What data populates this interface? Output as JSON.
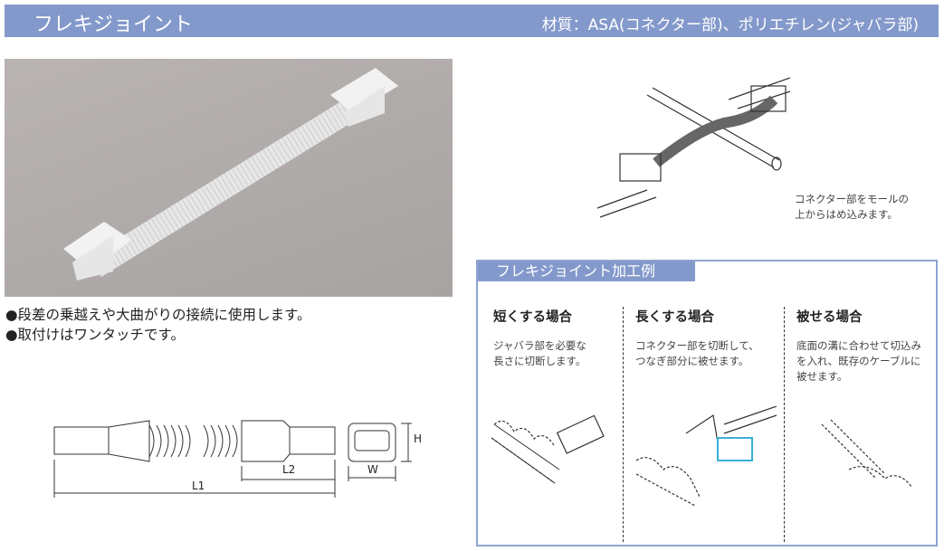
{
  "header": {
    "title": "フレキジョイント",
    "material": "材質：ASA(コネクター部)、ポリエチレン(ジャバラ部)"
  },
  "features": [
    "●段差の乗越えや大曲がりの接続に使用します。",
    "●取付けはワンタッチです。"
  ],
  "install_caption": [
    "コネクター部をモールの",
    "上からはめ込みます。"
  ],
  "dimensions": {
    "l1": "L1",
    "l2": "L2",
    "w": "W",
    "h": "H"
  },
  "panel": {
    "title": "フレキジョイント加工例",
    "cases": [
      {
        "title": "短くする場合",
        "lines": [
          "ジャバラ部を必要な",
          "長さに切断します。"
        ]
      },
      {
        "title": "長くする場合",
        "lines": [
          "コネクター部を切断して、",
          "つなぎ部分に被せます。"
        ]
      },
      {
        "title": "被せる場合",
        "lines": [
          "底面の溝に合わせて切込み",
          "を入れ、既存のケーブルに",
          "被せます。"
        ]
      }
    ]
  },
  "colors": {
    "header": "#8499cb",
    "panel_border": "#8fa3d0"
  }
}
